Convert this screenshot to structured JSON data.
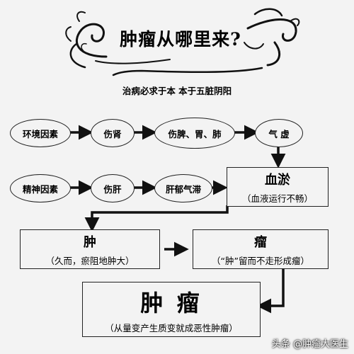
{
  "title": "肿瘤从哪里来?",
  "subtitle": "治病必求于本   本于五脏阴阳",
  "row1": {
    "cause": "环境因素",
    "damage1": "伤肾",
    "damage2": "伤脾、胃、肺",
    "damage3": "气 虚"
  },
  "row2": {
    "cause": "精神因素",
    "damage1": "伤肝",
    "damage2": "肝郁气滞"
  },
  "blood_stasis": {
    "title": "血淤",
    "note": "（血液运行不畅）"
  },
  "swelling": {
    "title": "肿",
    "note": "（久而，瘀阻地肿大）"
  },
  "tumor_growth": {
    "title": "瘤",
    "note": "（“肿”留而不走形成瘤）"
  },
  "tumor": {
    "title": "肿 瘤",
    "note": "（从量变产生质变就成恶性肿瘤）"
  },
  "watermark": "头条 @肿瘤大医生",
  "colors": {
    "background": "#f3f3f3",
    "ink": "#111111"
  }
}
